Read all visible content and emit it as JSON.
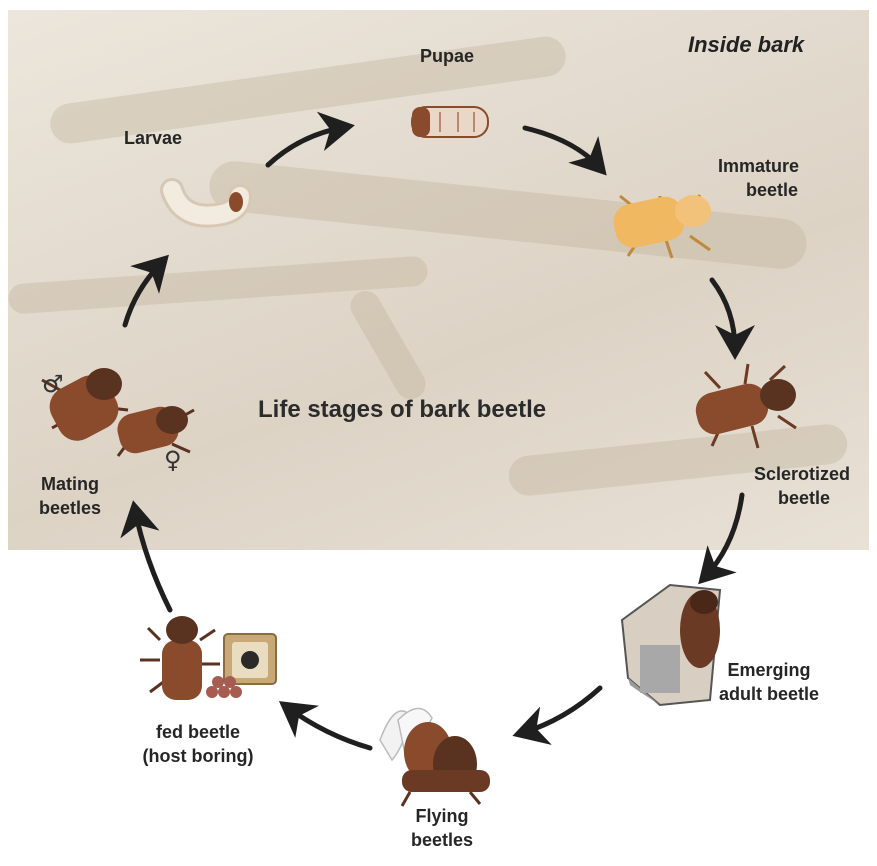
{
  "title": "Life stages of bark beetle",
  "region_label": "Inside bark",
  "stages": {
    "pupae": "Pupae",
    "larvae": "Larvae",
    "immature_1": "Immature",
    "immature_2": "beetle",
    "sclerotized_1": "Sclerotized",
    "sclerotized_2": "beetle",
    "emerging_1": "Emerging",
    "emerging_2": "adult beetle",
    "flying_1": "Flying",
    "flying_2": "beetles",
    "fed_1": "fed beetle",
    "fed_2": "(host boring)",
    "mating_1": "Mating",
    "mating_2": "beetles"
  },
  "symbols": {
    "male": "♂",
    "female": "♀"
  },
  "colors": {
    "arrow": "#1f1f1f",
    "beetle_dark": "#5a3220",
    "beetle_mid": "#8a4a2c",
    "beetle_light": "#b5774f",
    "immature": "#f0b860",
    "larva": "#efe6d8"
  },
  "icons": [
    "larva-icon",
    "pupa-icon",
    "immature-beetle-icon",
    "sclerotized-beetle-icon",
    "emerging-beetle-icon",
    "flying-beetle-icon",
    "fed-beetle-icon",
    "mating-beetles-icon"
  ]
}
